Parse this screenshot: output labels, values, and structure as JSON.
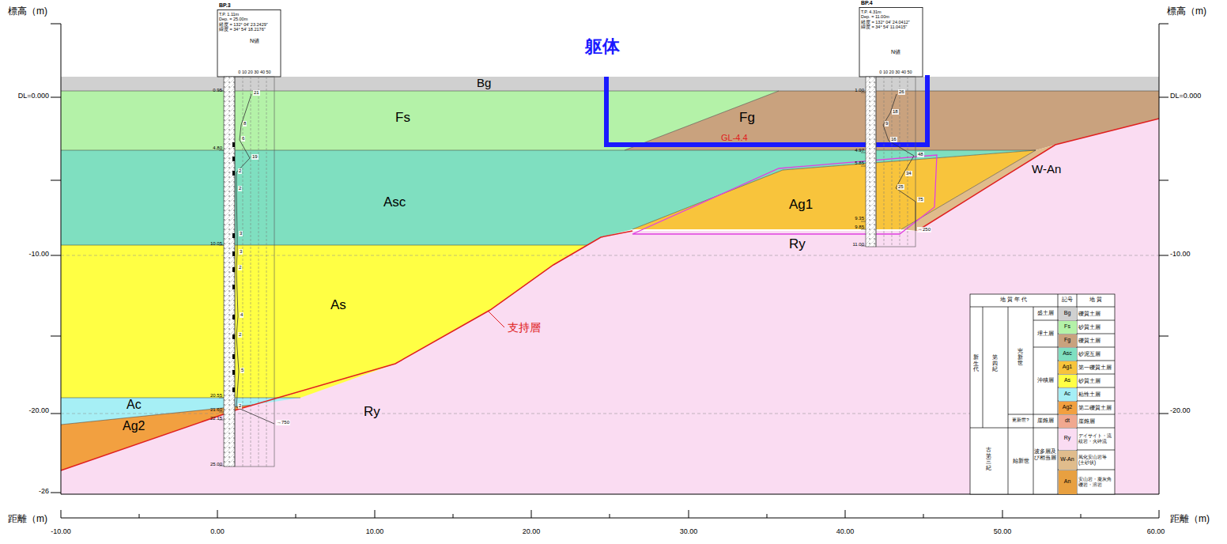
{
  "diagram": {
    "nodes": [
      {
        "text": [
          "BP.3",
          "T.P. 1.11m",
          "Dep. = 25.00m",
          "経度 = 132° 04' 23.2429\"",
          "緯度 = 34° 54' 18.2176\""
        ]
      },
      {
        "text": [
          "BP.4",
          "T.P. 4.31m",
          "Dep. = 11.00m",
          "経度 = 132° 04' 24.0412\"",
          "緯度 = 34° 54' 11.0415\""
        ]
      }
    ],
    "labels": [
      "標高（m)",
      "標高（m)",
      "DL=0.000",
      "DL=0.000",
      "-10.00",
      "-10.00",
      "-20.00",
      "-20.00",
      "-26",
      "距離（m)",
      "距離（m)",
      "-10.00",
      "0.00",
      "10.00",
      "20.00",
      "30.00",
      "40.00",
      "50.00",
      "60.00",
      "Bg",
      "Fs",
      "Fg",
      "Asc",
      "As",
      "Ac",
      "Ag2",
      "Ag1",
      "Ry",
      "Ry",
      "W-An",
      "躯体",
      "GL-4.4",
      "支持層",
      "N値",
      "0 10 20 30 40 50",
      "0.95",
      "4.80",
      "10.05",
      "20.55",
      "21.60",
      "22.15",
      "25.00",
      "21",
      "8",
      "6",
      "19",
      "2",
      "2",
      "3",
      "3",
      "2",
      "4",
      "2",
      "5",
      "2",
      "→750",
      "N値",
      "0 10 20 30 40 50",
      "1.00",
      "4.97",
      "5.85",
      "9.35",
      "9.85",
      "11.00",
      "26",
      "18",
      "9",
      "16",
      "48",
      "34",
      "25",
      "75",
      "→250",
      "地 質 年 代",
      "記号",
      "地 質",
      "新生代",
      "第四紀",
      "完新世",
      "盛土層",
      "埋土層",
      "沖積層",
      "更新世?",
      "崖錐層",
      "古第三紀",
      "始新世",
      "波多層及び相当層",
      "Bg",
      "Fs",
      "Fg",
      "Asc",
      "Ag1",
      "As",
      "Ac",
      "Ag2",
      "dt",
      "Ry",
      "W-An",
      "An"
    ],
    "legend": [
      {
        "text": "礫質土層",
        "color": "#d0d0d0"
      },
      {
        "text": "砂質土層",
        "color": "#b4f2a8"
      },
      {
        "text": "礫質土層",
        "color": "#c9a27e"
      },
      {
        "text": "砂泥互層",
        "color": "#7fdfc0"
      },
      {
        "text": "第一礫質土層",
        "color": "#f8c43c"
      },
      {
        "text": "砂質土層",
        "color": "#ffff44"
      },
      {
        "text": "粘性土層",
        "color": "#a6eff5"
      },
      {
        "text": "第二礫質土層",
        "color": "#f2a040"
      },
      {
        "text": "崖錐層",
        "color": "#f0a890"
      },
      {
        "text": "デイサイト・流紋岩・火砕流",
        "color": "#fadcf2"
      },
      {
        "text": "風化安山岩等 (土砂状)",
        "color": "#e0bc8c"
      },
      {
        "text": "安山岩・凝灰角礫岩・溶岩",
        "color": "#e8a040"
      }
    ]
  }
}
